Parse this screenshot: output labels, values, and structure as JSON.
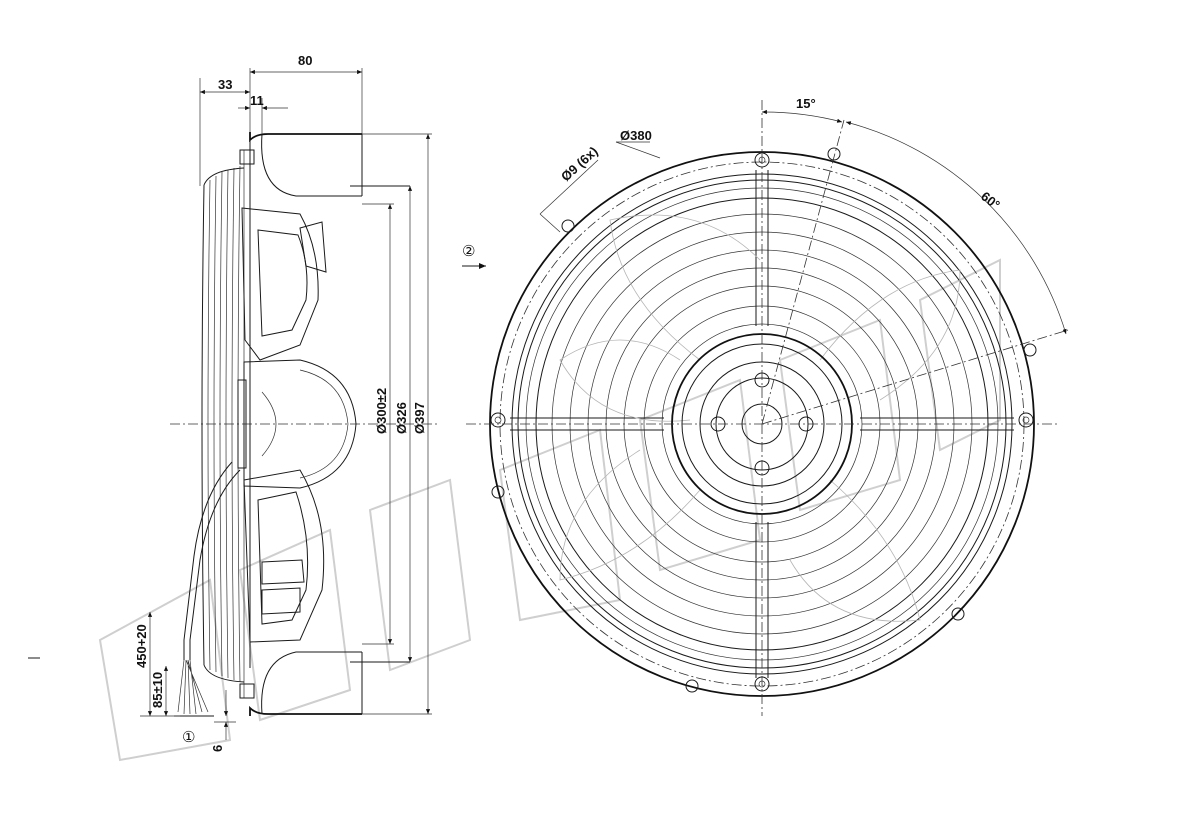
{
  "side_view": {
    "dim_overall_depth": "80",
    "dim_mount_offset": "33",
    "dim_flange": "11",
    "dim_d300": "Ø300±2",
    "dim_d326": "Ø326",
    "dim_d397": "Ø397",
    "dim_cable_length": "450+20",
    "dim_strip_length": "85±10",
    "dim_lead_end": "6",
    "callout_1": "①",
    "callout_2": "②"
  },
  "front_view": {
    "dim_bolt_circle": "Ø380",
    "dim_holes": "Ø9 (6x)",
    "angle_15": "15°",
    "angle_60": "60°"
  }
}
